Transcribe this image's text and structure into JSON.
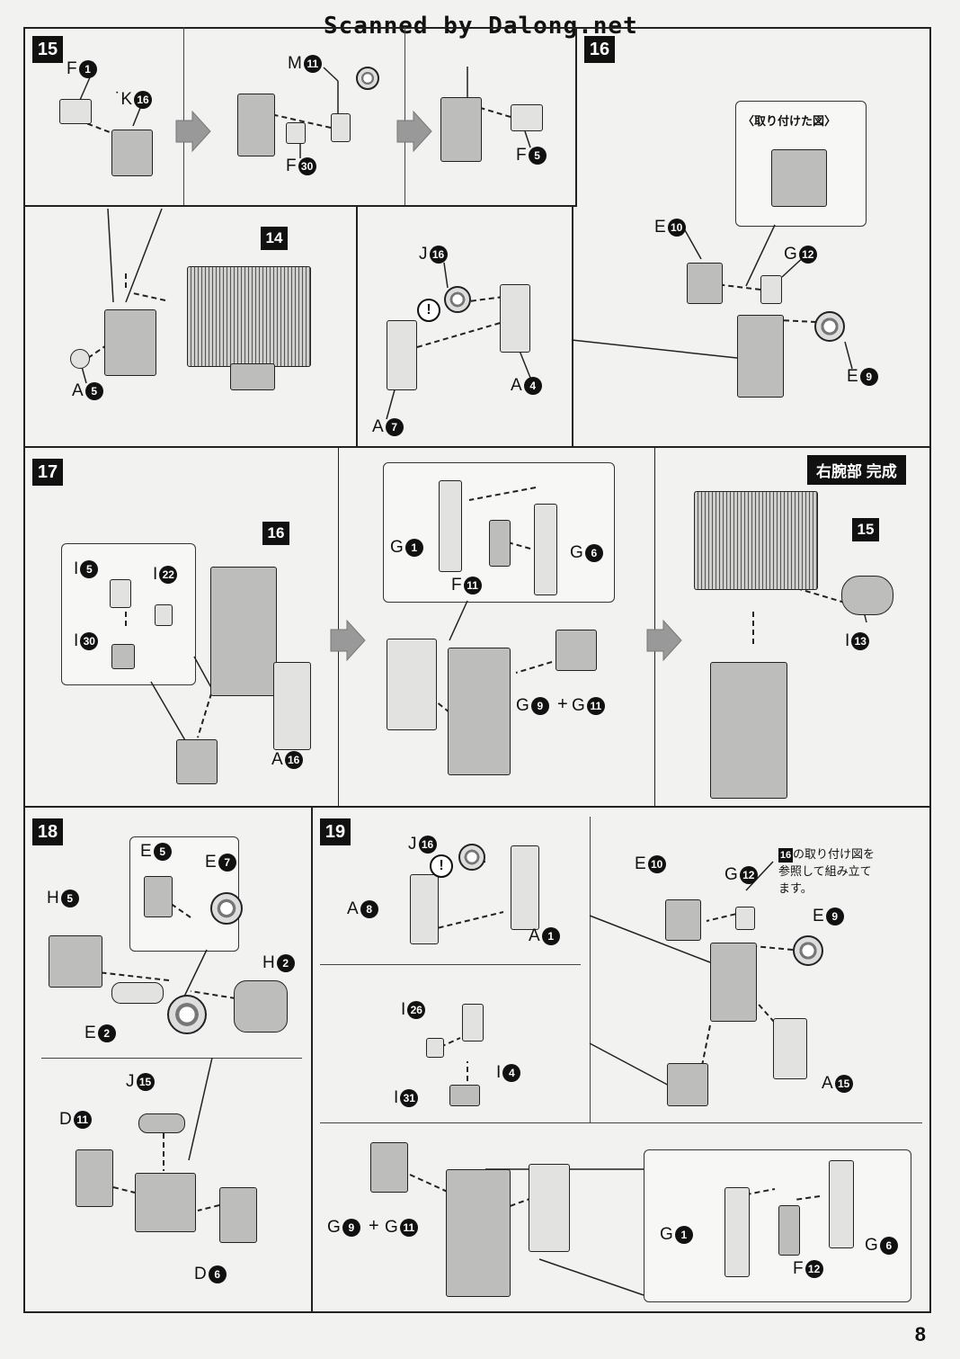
{
  "watermark": "Scanned by Dalong.net",
  "page_number": "8",
  "steps": [
    {
      "num": "15"
    },
    {
      "num": "16"
    },
    {
      "num": "17"
    },
    {
      "num": "18"
    },
    {
      "num": "19"
    }
  ],
  "refs": {
    "r14": "14",
    "r15": "15",
    "r16": "16"
  },
  "inset_attached": "〈取り付けた図〉",
  "badge_complete": "右腕部 完成",
  "note19": {
    "ref": "16",
    "text1": "の取り付け図を",
    "text2": "参照して組み立て",
    "text3": "ます。"
  },
  "labels": {
    "s15_F1": {
      "t": "F",
      "n": "1"
    },
    "s15_K16": {
      "t": "˙K",
      "n": "16"
    },
    "s15_M11": {
      "t": "M",
      "n": "11"
    },
    "s15_F30": {
      "t": "F",
      "n": "30"
    },
    "s15_F5": {
      "t": "F",
      "n": "5"
    },
    "s15_A5": {
      "t": "A",
      "n": "5"
    },
    "s16_J16": {
      "t": "J",
      "n": "16"
    },
    "s16_A4": {
      "t": "A",
      "n": "4"
    },
    "s16_A7": {
      "t": "A",
      "n": "7"
    },
    "s16_E10": {
      "t": "E",
      "n": "10"
    },
    "s16_G12": {
      "t": "G",
      "n": "12"
    },
    "s16_E9": {
      "t": "E",
      "n": "9"
    },
    "s17_I5": {
      "t": "I",
      "n": "5"
    },
    "s17_I22": {
      "t": "I",
      "n": "22"
    },
    "s17_I30": {
      "t": "I",
      "n": "30"
    },
    "s17_A16": {
      "t": "A",
      "n": "16"
    },
    "s17_G1": {
      "t": "G",
      "n": "1"
    },
    "s17_G6": {
      "t": "G",
      "n": "6"
    },
    "s17_F11": {
      "t": "F",
      "n": "11"
    },
    "s17_G9": {
      "t": "G",
      "n": "9"
    },
    "s17_G11": {
      "t": "G",
      "n": "11"
    },
    "s17_I13": {
      "t": "I",
      "n": "13"
    },
    "s18_E5": {
      "t": "E",
      "n": "5"
    },
    "s18_E7": {
      "t": "E",
      "n": "7"
    },
    "s18_H5": {
      "t": "H",
      "n": "5"
    },
    "s18_H2": {
      "t": "H",
      "n": "2"
    },
    "s18_E2": {
      "t": "E",
      "n": "2"
    },
    "s18_J15": {
      "t": "J",
      "n": "15"
    },
    "s18_D11": {
      "t": "D",
      "n": "11"
    },
    "s18_D6": {
      "t": "D",
      "n": "6"
    },
    "s19_J16": {
      "t": "J",
      "n": "16"
    },
    "s19_A8": {
      "t": "A",
      "n": "8"
    },
    "s19_A1": {
      "t": "A",
      "n": "1"
    },
    "s19_I26": {
      "t": "I",
      "n": "26"
    },
    "s19_I4": {
      "t": "I",
      "n": "4"
    },
    "s19_I31": {
      "t": "I",
      "n": "31"
    },
    "s19_E10": {
      "t": "E",
      "n": "10"
    },
    "s19_G12": {
      "t": "G",
      "n": "12"
    },
    "s19_E9": {
      "t": "E",
      "n": "9"
    },
    "s19_A15": {
      "t": "A",
      "n": "15"
    },
    "s19_G9": {
      "t": "G",
      "n": "9"
    },
    "s19_G11": {
      "t": "G",
      "n": "11"
    },
    "s19_G1": {
      "t": "G",
      "n": "1"
    },
    "s19_G6": {
      "t": "G",
      "n": "6"
    },
    "s19_F12": {
      "t": "F",
      "n": "12"
    }
  },
  "plus": "+",
  "warn": "!"
}
